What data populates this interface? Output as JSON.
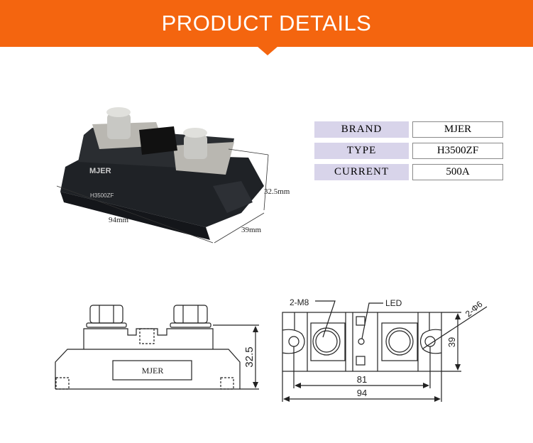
{
  "header": {
    "title": "PRODUCT DETAILS"
  },
  "specs": [
    {
      "label": "BRAND",
      "value": "MJER"
    },
    {
      "label": "TYPE",
      "value": "H3500ZF"
    },
    {
      "label": "CURRENT",
      "value": "500A"
    }
  ],
  "photo": {
    "brand": "MJER",
    "model": "H3500ZF",
    "dim_length": "94mm",
    "dim_width": "39mm",
    "dim_height": "32.5mm"
  },
  "side_view": {
    "label": "MJER",
    "dim_height": "32.5"
  },
  "top_view": {
    "bolt_label": "2-M8",
    "led_label": "LED",
    "hole_label": "2-Φ6",
    "dim_width": "39",
    "dim_hole_spacing": "81",
    "dim_length": "94"
  },
  "colors": {
    "accent": "#f4650f",
    "spec_label_bg": "#d8d4ea"
  }
}
